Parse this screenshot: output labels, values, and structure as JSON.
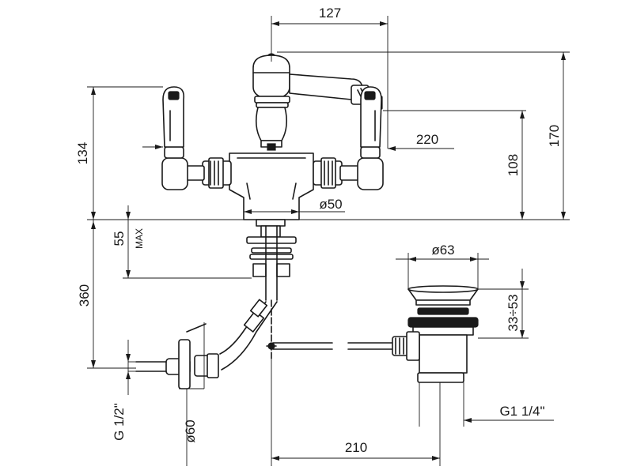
{
  "dimensions": {
    "d127": "127",
    "d170": "170",
    "d220": "220",
    "d108": "108",
    "d134": "134",
    "d50": "ø50",
    "d55": "55",
    "max": "MAX",
    "d360": "360",
    "d63": "ø63",
    "d33_53": "33÷53",
    "d60": "ø60",
    "g12": "G 1/2\"",
    "g114": "G1 1/4\"",
    "d210": "210"
  }
}
